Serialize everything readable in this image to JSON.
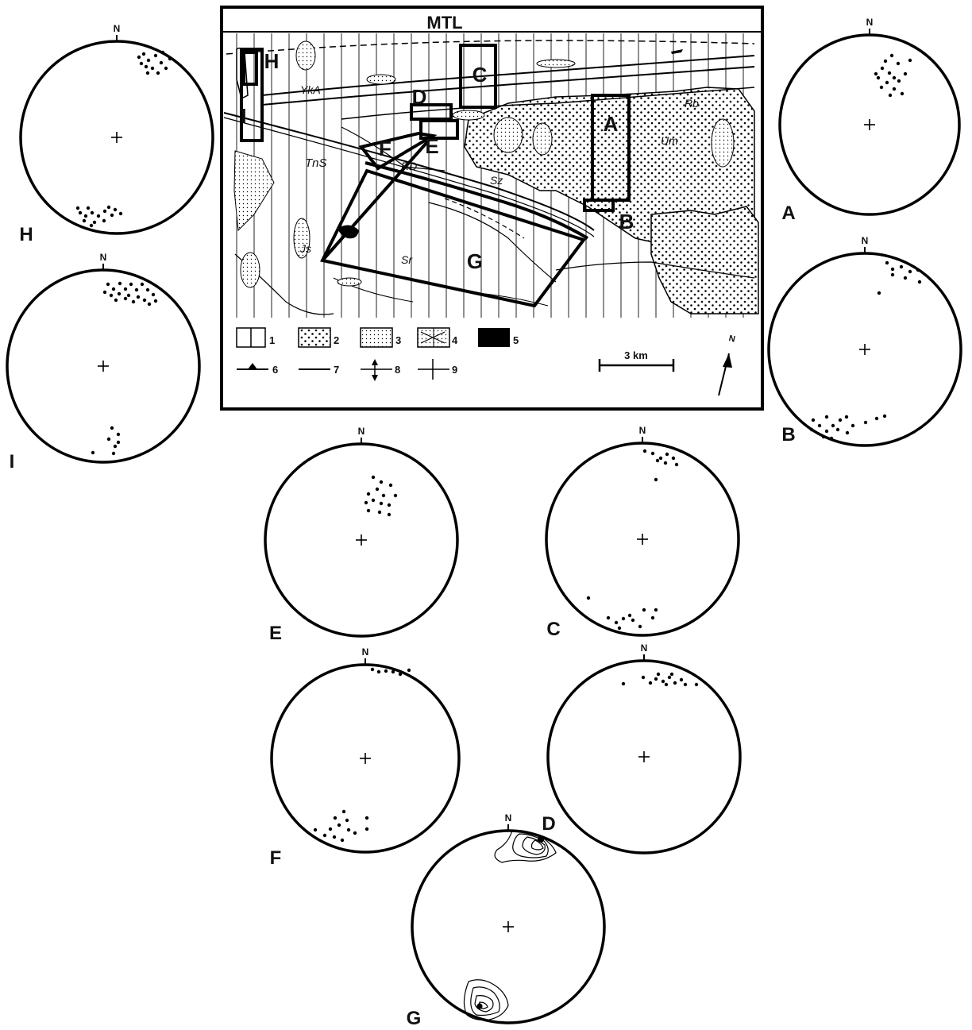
{
  "map": {
    "title": "MTL",
    "box_labels": [
      "H",
      "I",
      "C",
      "D",
      "A",
      "E",
      "F",
      "B",
      "G"
    ],
    "unit_labels": [
      "YkA",
      "TnS",
      "RD",
      "Sz",
      "Um",
      "Rb",
      "Js",
      "Sr"
    ],
    "legend_patterns": [
      "1",
      "2",
      "3",
      "4",
      "5"
    ],
    "legend_lines": [
      "6",
      "7",
      "8",
      "9"
    ],
    "scale_label": "3 km",
    "north_label": "N"
  },
  "stereonets": [
    {
      "label": "H",
      "north": "N"
    },
    {
      "label": "I",
      "north": "N"
    },
    {
      "label": "A",
      "north": "N"
    },
    {
      "label": "B",
      "north": "N"
    },
    {
      "label": "E",
      "north": "N"
    },
    {
      "label": "C",
      "north": "N"
    },
    {
      "label": "F",
      "north": "N"
    },
    {
      "label": "D",
      "north": "N"
    },
    {
      "label": "G",
      "north": "N"
    }
  ]
}
